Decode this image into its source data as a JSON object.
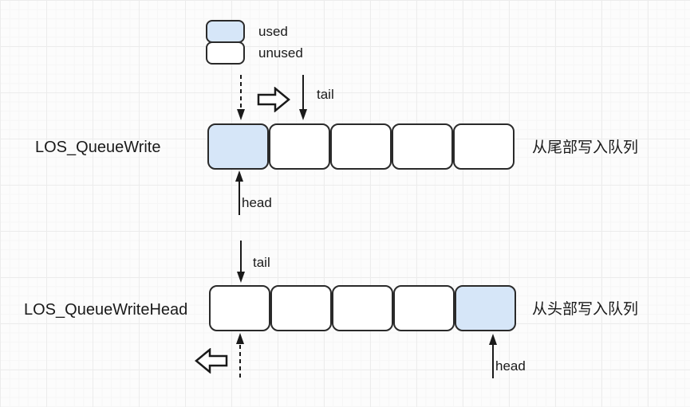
{
  "colors": {
    "used_fill": "#d6e6f8",
    "unused_fill": "#ffffff",
    "cell_border": "#2a2a2a",
    "arrow": "#1a1a1a",
    "text": "#1a1a1a"
  },
  "legend": {
    "used_label": "used",
    "unused_label": "unused"
  },
  "queues": [
    {
      "name": "LOS_QueueWrite",
      "cells": [
        "used",
        "unused",
        "unused",
        "unused",
        "unused"
      ],
      "caption": "从尾部写入队列",
      "tail_label": "tail",
      "head_label": "head"
    },
    {
      "name": "LOS_QueueWriteHead",
      "cells": [
        "unused",
        "unused",
        "unused",
        "unused",
        "used"
      ],
      "caption": "从头部写入队列",
      "tail_label": "tail",
      "head_label": "head"
    }
  ]
}
